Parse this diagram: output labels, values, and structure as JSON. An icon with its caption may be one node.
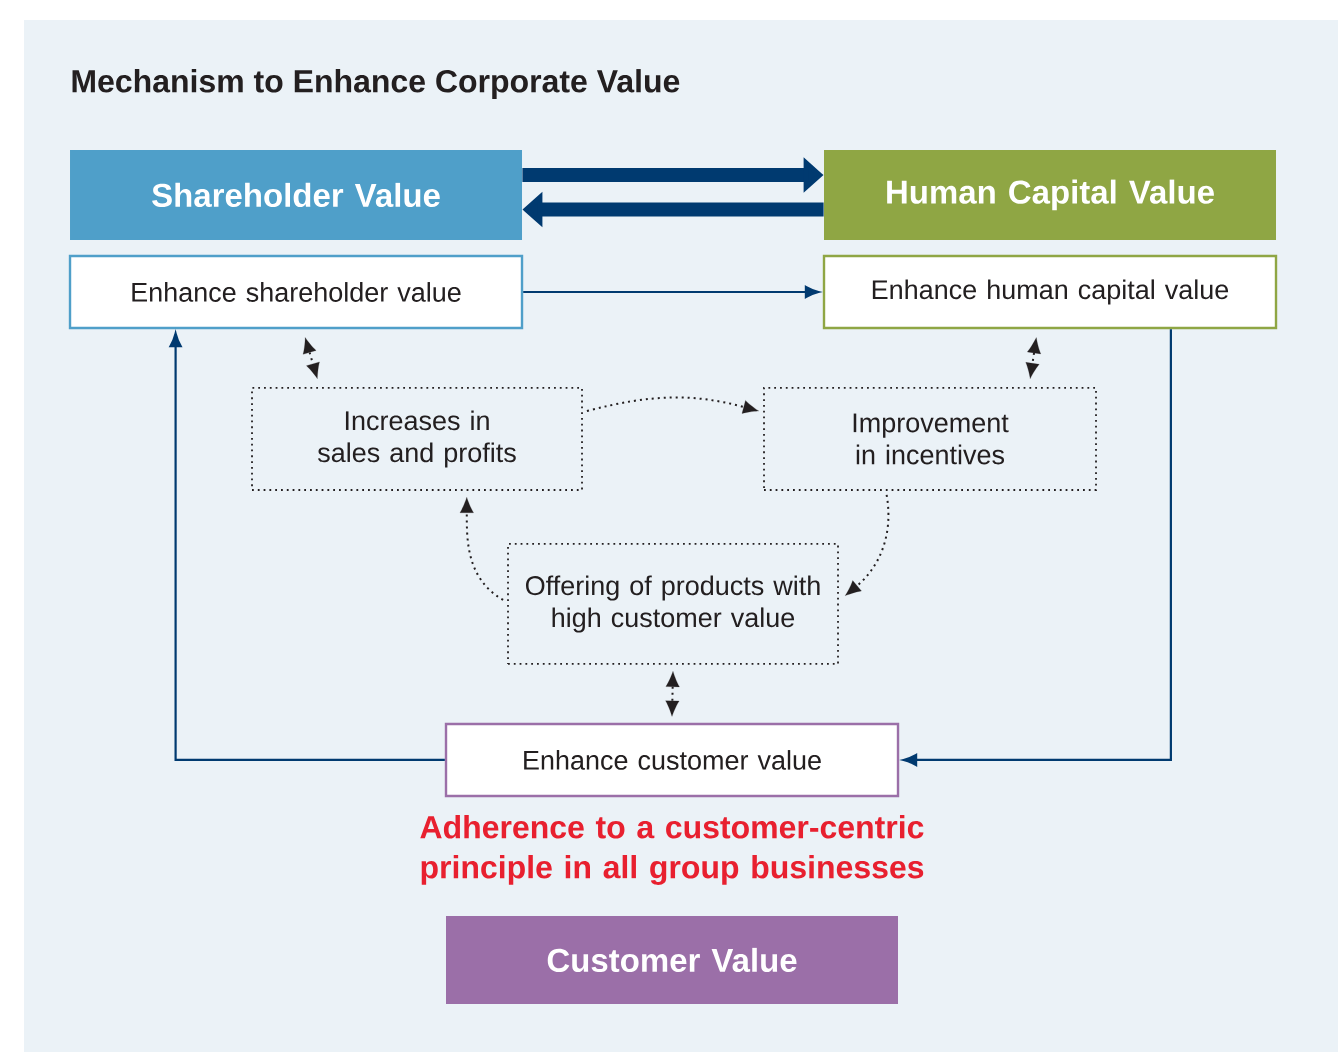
{
  "diagram": {
    "title": "Mechanism to Enhance Corporate Value",
    "nodes": [
      {
        "text": [
          "Shareholder Value"
        ]
      },
      {
        "text": [
          "Human Capital Value"
        ]
      },
      {
        "text": [
          "Enhance shareholder value"
        ]
      },
      {
        "text": [
          "Enhance human capital value"
        ]
      },
      {
        "text": [
          "Increases in sales and profits"
        ]
      },
      {
        "text": [
          "Improvement in incentives"
        ]
      },
      {
        "text": [
          "Offering of products with high customer value"
        ]
      },
      {
        "text": [
          "Enhance customer value"
        ]
      },
      {
        "text": [
          "Customer Value"
        ]
      }
    ],
    "edges": [
      {
        "from": 0,
        "to": 1,
        "arrow": "to",
        "style": "thick",
        "color": "#003a70"
      },
      {
        "from": 1,
        "to": 0,
        "arrow": "to",
        "style": "thick",
        "color": "#003a70"
      },
      {
        "from": 2,
        "to": 3,
        "arrow": "to",
        "color": "#003a70"
      },
      {
        "from": 3,
        "to": 7,
        "arrow": "to",
        "color": "#003a70"
      },
      {
        "from": 7,
        "to": 2,
        "arrow": "to",
        "color": "#003a70"
      },
      {
        "from": 2,
        "to": 4,
        "arrow": "both",
        "style": "dashed"
      },
      {
        "from": 3,
        "to": 5,
        "arrow": "both",
        "style": "dashed"
      },
      {
        "from": 4,
        "to": 5,
        "arrow": "to",
        "style": "dashed"
      },
      {
        "from": 5,
        "to": 6,
        "arrow": "to",
        "style": "dashed"
      },
      {
        "from": 6,
        "to": 4,
        "arrow": "to",
        "style": "dashed"
      },
      {
        "from": 6,
        "to": 7,
        "arrow": "both",
        "style": "dashed"
      }
    ],
    "labels": [
      "Adherence to a customer-centric principle in all group businesses"
    ]
  }
}
